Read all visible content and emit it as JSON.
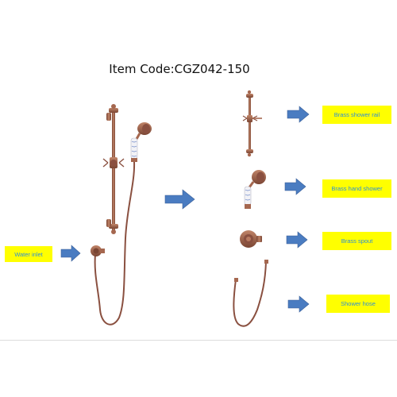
{
  "title": "Item Code:CGZ042-150",
  "labels": {
    "water_inlet": "Water inlet",
    "rail": "Brass shower rail",
    "hand_shower": "Brass hand shower",
    "spout": "Brass spout",
    "hose": "Shower hose"
  },
  "colors": {
    "bronze": "#a5674f",
    "bronze_dark": "#7a4533",
    "label_bg": "#ffff00",
    "label_text": "#2e8fd6",
    "arrow": "#4a7cc1"
  }
}
